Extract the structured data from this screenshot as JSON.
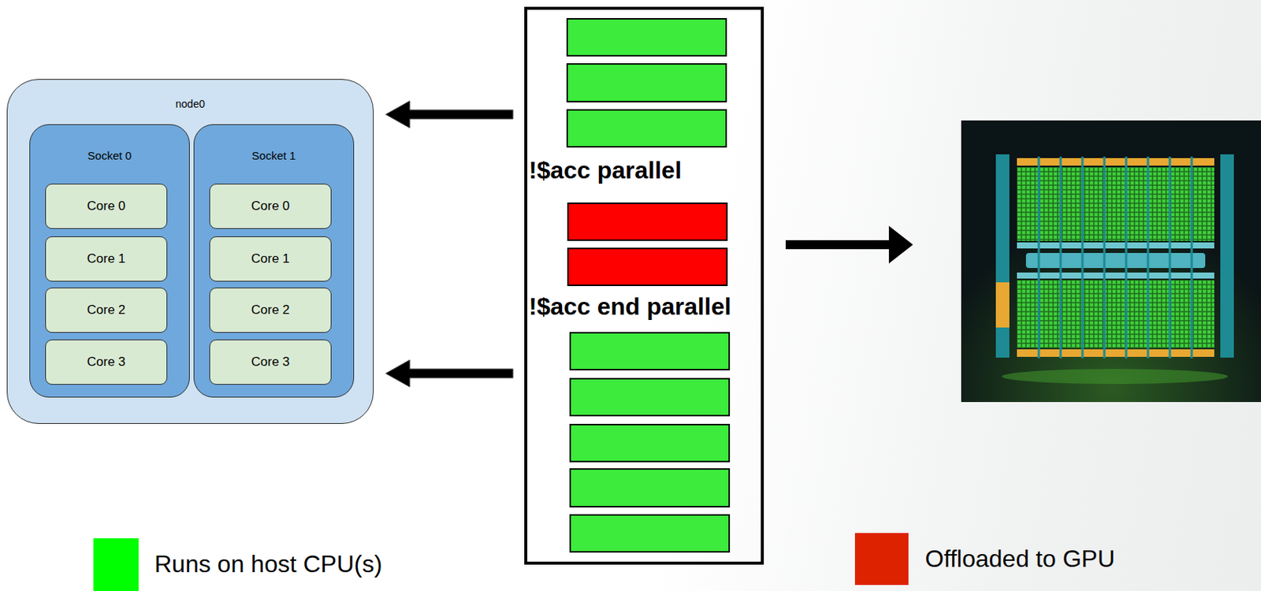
{
  "diagram": {
    "nodes": [
      {
        "text": [
          "node0"
        ]
      },
      {
        "text": [
          "Socket 0"
        ],
        "in": 0
      },
      {
        "text": [
          "Core 0"
        ],
        "in": 1
      },
      {
        "text": [
          "Core 1"
        ],
        "in": 1
      },
      {
        "text": [
          "Core 2"
        ],
        "in": 1
      },
      {
        "text": [
          "Core 3"
        ],
        "in": 1
      },
      {
        "text": [
          "Socket 1"
        ],
        "in": 0
      },
      {
        "text": [
          "Core 0"
        ],
        "in": 6
      },
      {
        "text": [
          "Core 1"
        ],
        "in": 6
      },
      {
        "text": [
          "Core 2"
        ],
        "in": 6
      },
      {
        "text": [
          "Core 3"
        ],
        "in": 6
      },
      {
        "text": [
          "!$acc parallel",
          "!$acc end parallel"
        ]
      }
    ],
    "edges": [
      {
        "from": 11,
        "to": 0,
        "arrow": "to"
      },
      {
        "from": 11,
        "to": 0,
        "arrow": "to"
      }
    ],
    "legend": [
      {
        "text": "Runs on host CPU(s)",
        "color": "#00ff00"
      },
      {
        "text": "Offloaded to GPU",
        "color": "#dd2200"
      }
    ]
  }
}
